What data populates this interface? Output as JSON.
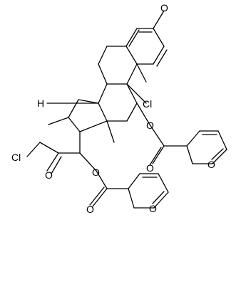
{
  "diagram": {
    "line_color": "#000000",
    "background": "#ffffff",
    "atom_labels": {
      "ketone_oxygen": "O",
      "chlorine_ring": "Cl",
      "ester_oxygen_c11": "O",
      "carbonyl_oxygen_c11_ester": "O",
      "furan_oxygen_c11_ester": "O",
      "ketone_oxygen_c20": "O",
      "chlorine_c21": "Cl",
      "ester_oxygen_c17": "O",
      "carbonyl_oxygen_c17_ester": "O",
      "furan_oxygen_c17_ester": "O",
      "hydrogen_c9": "H"
    }
  }
}
